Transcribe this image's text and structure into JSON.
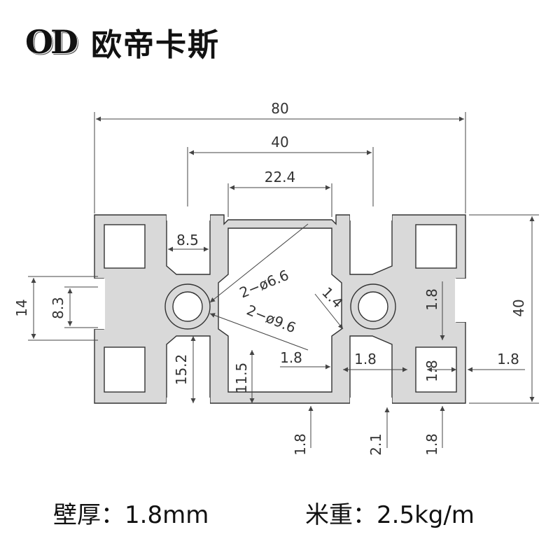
{
  "header": {
    "logo_text": "OD",
    "brand_name": "欧帝卡斯"
  },
  "drawing": {
    "dimensions": {
      "overall_width": "80",
      "slot_pitch": "40",
      "inner_opening": "22.4",
      "slot_width": "8.5",
      "center_bore": "2−ø6.6",
      "outer_bore": "2−ø9.6",
      "slot_gap": "8.3",
      "slot_depth": "14",
      "core_height": "15.2",
      "inner_height": "11.5",
      "overall_height": "40",
      "rib_1": "1.8",
      "rib_2": "1.8",
      "rib_3": "1.4",
      "wall_right": "1.8",
      "rib_lower_right": "1.8",
      "bottom_left": "1.8",
      "bottom_mid": "2.1",
      "bottom_right": "1.8",
      "right_upper": "1.8"
    },
    "colors": {
      "profile_fill": "#d9d9d9",
      "profile_stroke": "#333333",
      "dimension_line": "#444444"
    }
  },
  "specs": {
    "wall_thickness": "壁厚：1.8mm",
    "weight_per_meter": "米重：2.5kg/m"
  }
}
